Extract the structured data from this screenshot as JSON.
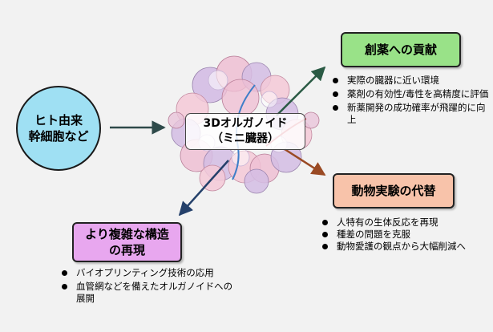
{
  "source_node": {
    "line1": "ヒト由来",
    "line2": "幹細胞など"
  },
  "center_node": {
    "line1": "3Dオルガノイド",
    "line2": "（ミニ臓器）"
  },
  "drug_discovery": {
    "title": "創薬への貢献",
    "items": [
      "実際の臓器に近い環境",
      "薬剤の有効性/毒性を高精度に評価",
      "新薬開発の成功確率が飛躍的に向上"
    ]
  },
  "animal_alternative": {
    "title": "動物実験の代替",
    "items": [
      "人特有の生体反応を再現",
      "種差の問題を克服",
      "動物愛護の観点から大幅削減へ"
    ]
  },
  "complex_structure": {
    "line1": "より複雑な構造",
    "line2": "の再現",
    "items": [
      "バイオプリンティング技術の応用",
      "血管網などを備えたオルガノイドへの展開"
    ]
  },
  "colors": {
    "source": "#9fe0f3",
    "drug": "#99e288",
    "animal": "#f8c3aa",
    "complex": "#e8a7ef",
    "arrow_dark": "#2e4a4a",
    "arrow_drug": "#2a5a44",
    "arrow_animal": "#9a4a24",
    "arrow_complex": "#24406a"
  }
}
